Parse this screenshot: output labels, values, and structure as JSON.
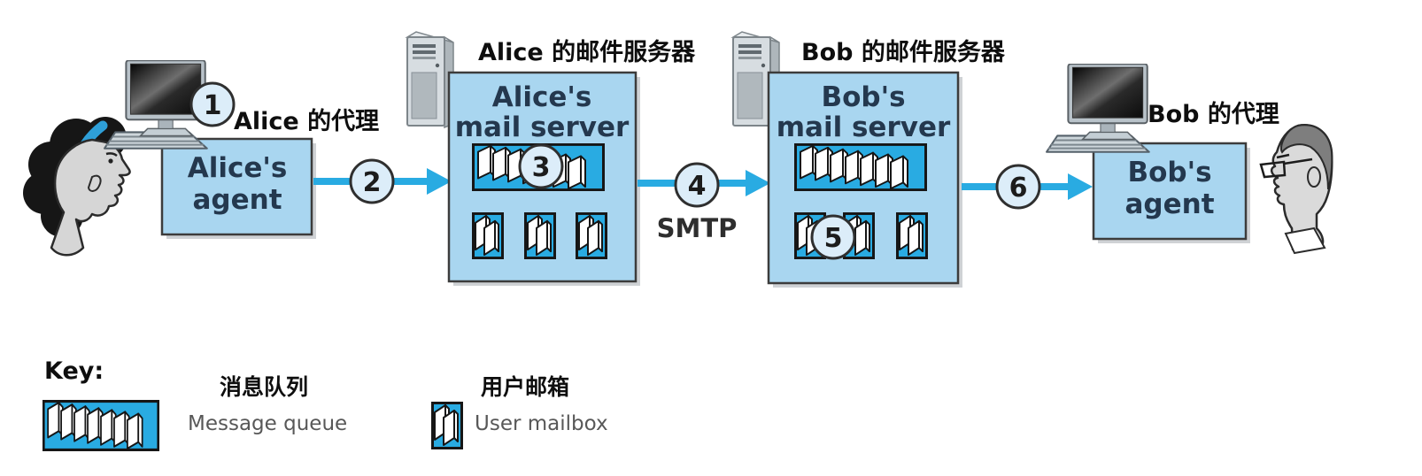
{
  "diagram_title": "SMTP email delivery between Alice and Bob",
  "labels": {
    "alice_agent_cn": "Alice 的代理",
    "alice_mail_server_cn": "Alice 的邮件服务器",
    "bob_mail_server_cn": "Bob 的邮件服务器",
    "bob_agent_cn": "Bob 的代理",
    "smtp": "SMTP"
  },
  "nodes": {
    "alice_agent": {
      "line1": "Alice's",
      "line2": "agent"
    },
    "alice_mail_server": {
      "line1": "Alice's",
      "line2": "mail server"
    },
    "bob_mail_server": {
      "line1": "Bob's",
      "line2": "mail server"
    },
    "bob_agent": {
      "line1": "Bob's",
      "line2": "agent"
    }
  },
  "steps": [
    "1",
    "2",
    "3",
    "4",
    "5",
    "6"
  ],
  "key": {
    "title": "Key:",
    "message_queue_cn": "消息队列",
    "message_queue_en": "Message queue",
    "user_mailbox_cn": "用户邮箱",
    "user_mailbox_en": "User mailbox"
  },
  "colors": {
    "node_fill": "#A9D6F0",
    "accent_blue": "#29ABE2",
    "badge_fill": "#DCEDF9",
    "node_text": "#24384E",
    "label_text": "#0e0e0e",
    "muted_text": "#585858"
  }
}
